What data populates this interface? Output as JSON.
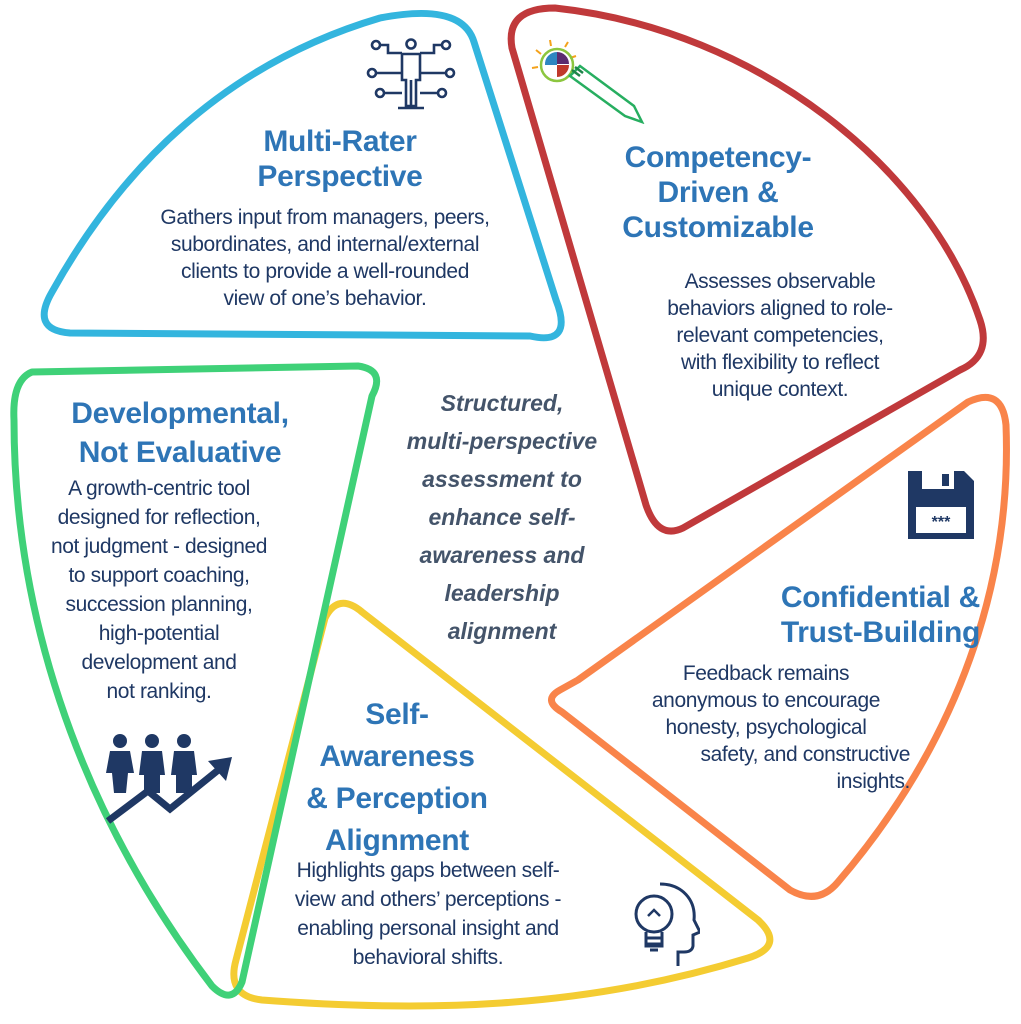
{
  "colors": {
    "blue": "#33b5de",
    "red": "#c0393b",
    "orange": "#f9844a",
    "yellow": "#f4cc32",
    "green": "#3fd178",
    "title": "#2e75b6",
    "body": "#1f3864",
    "navy": "#1f3864"
  },
  "center_text": [
    "Structured,",
    "multi-perspective",
    "assessment to",
    "enhance self-",
    "awareness and",
    "leadership",
    "alignment"
  ],
  "segments": [
    {
      "id": "multi-rater",
      "icon": "network-person-icon",
      "title": [
        "Multi-Rater",
        "Perspective"
      ],
      "body": [
        "Gathers input from managers, peers,",
        "subordinates, and internal/external",
        "clients to provide a well-rounded",
        "view of one’s behavior."
      ]
    },
    {
      "id": "competency",
      "icon": "lightbulb-brain-pencil-icon",
      "title": [
        "Competency-",
        "Driven &",
        "Customizable"
      ],
      "body": [
        "Assesses observable",
        "behaviors aligned to role-",
        "relevant competencies,",
        "with flexibility to reflect",
        "unique context."
      ]
    },
    {
      "id": "confidential",
      "icon": "floppy-disk-password-icon",
      "icon_text": "***",
      "title": [
        "Confidential &",
        "Trust-Building"
      ],
      "body": [
        "Feedback remains",
        "anonymous to encourage",
        "honesty, psychological",
        "safety, and constructive",
        "insights."
      ]
    },
    {
      "id": "self-awareness",
      "icon": "head-lightbulb-icon",
      "title": [
        "Self-",
        "Awareness",
        "& Perception",
        "Alignment"
      ],
      "body": [
        "Highlights gaps between self-",
        "view and others’ perceptions -",
        "enabling personal insight and",
        "behavioral shifts."
      ]
    },
    {
      "id": "developmental",
      "icon": "people-growth-arrow-icon",
      "title": [
        "Developmental,",
        "Not Evaluative"
      ],
      "body": [
        "A growth-centric tool",
        "designed for reflection,",
        "not judgment - designed",
        "to support coaching,",
        "succession planning,",
        "high-potential",
        "development and",
        "not ranking."
      ]
    }
  ]
}
